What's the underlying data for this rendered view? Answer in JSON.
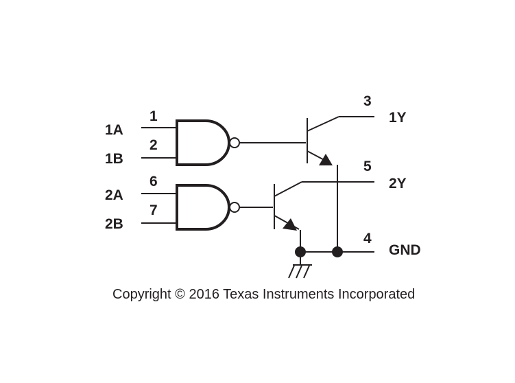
{
  "inputs": {
    "gate1": {
      "a_name": "1A",
      "a_pin": "1",
      "b_name": "1B",
      "b_pin": "2"
    },
    "gate2": {
      "a_name": "2A",
      "a_pin": "6",
      "b_name": "2B",
      "b_pin": "7"
    }
  },
  "outputs": {
    "out1": {
      "name": "1Y",
      "pin": "3"
    },
    "out2": {
      "name": "2Y",
      "pin": "5"
    },
    "gnd": {
      "name": "GND",
      "pin": "4"
    }
  },
  "copyright": "Copyright © 2016 Texas Instruments Incorporated",
  "colors": {
    "ink": "#231f20",
    "background": "#ffffff"
  }
}
